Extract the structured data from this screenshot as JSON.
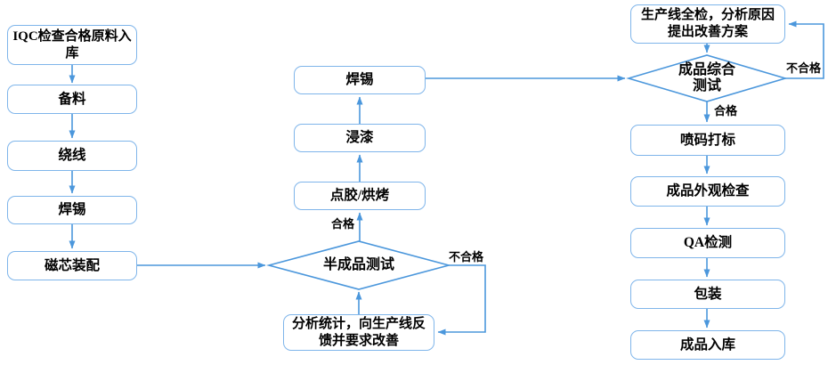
{
  "diagram": {
    "colors": {
      "box_border": "#7FB5EA",
      "connector": "#4B97DC",
      "text": "#000000"
    },
    "left_column": {
      "nodes": [
        {
          "id": "iqc-storage",
          "label": "IQC检查合格原料入库"
        },
        {
          "id": "prepare-material",
          "label": "备料"
        },
        {
          "id": "winding",
          "label": "绕线"
        },
        {
          "id": "soldering",
          "label": "焊锡"
        },
        {
          "id": "core-assembly",
          "label": "磁芯装配"
        }
      ]
    },
    "middle_column": {
      "nodes": [
        {
          "id": "soldering-2",
          "label": "焊锡"
        },
        {
          "id": "varnish-dipping",
          "label": "浸漆"
        },
        {
          "id": "glue-baking",
          "label": "点胶/烘烤"
        }
      ],
      "decision": {
        "label": "半成品测试"
      },
      "feedback": {
        "label": "分析统计，向生产线反馈并要求改善"
      },
      "pass_label": "合格",
      "fail_label": "不合格"
    },
    "right_column": {
      "improvement": {
        "label": "生产线全检，分析原因提出改善方案"
      },
      "decision": {
        "label": "成品综合测试"
      },
      "nodes": [
        {
          "id": "inkjet-marking",
          "label": "喷码打标"
        },
        {
          "id": "appearance-inspection",
          "label": "成品外观检查"
        },
        {
          "id": "qa-inspection",
          "label": "QA检测"
        },
        {
          "id": "packaging",
          "label": "包装"
        },
        {
          "id": "finished-storage",
          "label": "成品入库"
        }
      ],
      "pass_label": "合格",
      "fail_label": "不合格"
    }
  }
}
